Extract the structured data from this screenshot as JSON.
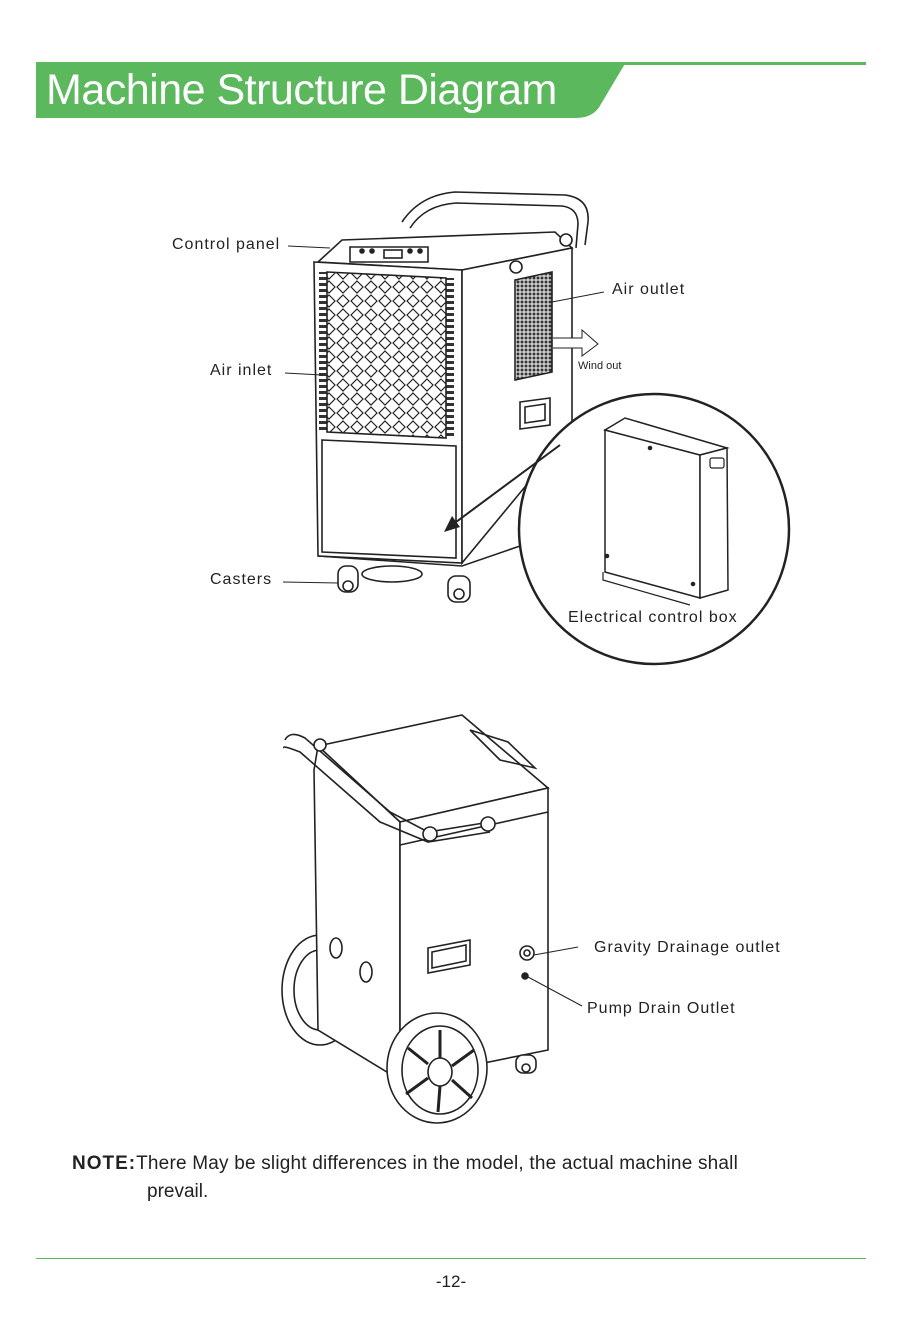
{
  "header": {
    "title": "Machine Structure Diagram",
    "accent_color": "#5cb85c"
  },
  "labels": {
    "control_panel": "Control panel",
    "air_inlet": "Air inlet",
    "casters": "Casters",
    "air_outlet": "Air outlet",
    "wind_out": "Wind out",
    "electrical_box": "Electrical control box",
    "gravity_drain": "Gravity Drainage outlet",
    "pump_drain": "Pump Drain Outlet"
  },
  "note": {
    "prefix": "NOTE:",
    "line1": "There May be slight differences in the model, the actual machine shall",
    "line2": "prevail."
  },
  "footer": {
    "page_number": "-12-"
  }
}
